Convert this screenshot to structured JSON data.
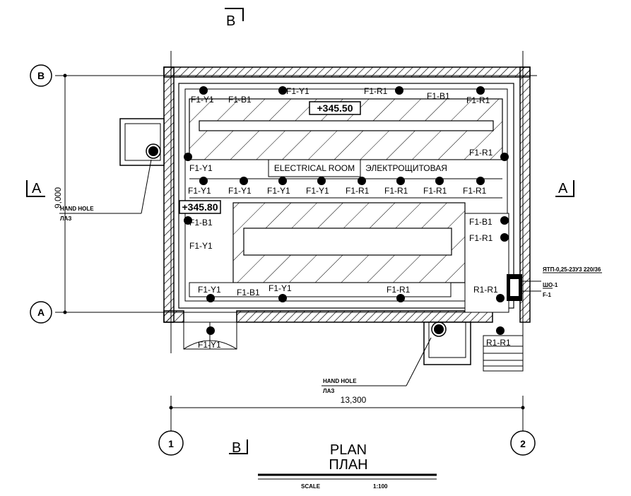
{
  "title": {
    "line1": "PLAN",
    "line2": "ПЛАН",
    "scale_label": "SCALE",
    "scale_value": "1:100"
  },
  "axes": {
    "top_a": "B",
    "bottom_a": "A",
    "left_1": "1",
    "right_2": "2"
  },
  "dimensions": {
    "width": "13,300",
    "height": "9,000"
  },
  "section_marks": {
    "top": "B",
    "bottom": "B",
    "left": "A",
    "right": "A"
  },
  "elevations": {
    "upper": "+345.50",
    "lower": "+345.80"
  },
  "room": {
    "name_en": "ELECTRICAL ROOM",
    "name_ru": "ЭЛЕКТРОЩИТОВАЯ"
  },
  "hand_hole": {
    "en": "HAND HOLE",
    "ru": "ЛАЗ"
  },
  "panel": {
    "line1": "ЯТП-0,25-23У3 220/36",
    "line2": "ШО-1",
    "line3": "F-1"
  },
  "fixtures": {
    "top_row": [
      "F1-Y1",
      "F1-B1",
      "F1-Y1",
      "F1-R1",
      "F1-B1",
      "F1-R1"
    ],
    "mid_row": [
      "F1-Y1",
      "F1-Y1",
      "F1-Y1",
      "F1-Y1",
      "F1-R1",
      "F1-R1",
      "F1-R1",
      "F1-R1"
    ],
    "left_col": [
      "F1-Y1",
      "F1-B1",
      "F1-Y1"
    ],
    "right_col": [
      "F1-R1",
      "F1-B1",
      "F1-R1"
    ],
    "bottom_row": [
      "F1-Y1",
      "F1-B1",
      "F1-Y1",
      "F1-R1",
      "R1-R1"
    ],
    "outside": [
      "F1-Y1",
      "R1-R1"
    ]
  }
}
